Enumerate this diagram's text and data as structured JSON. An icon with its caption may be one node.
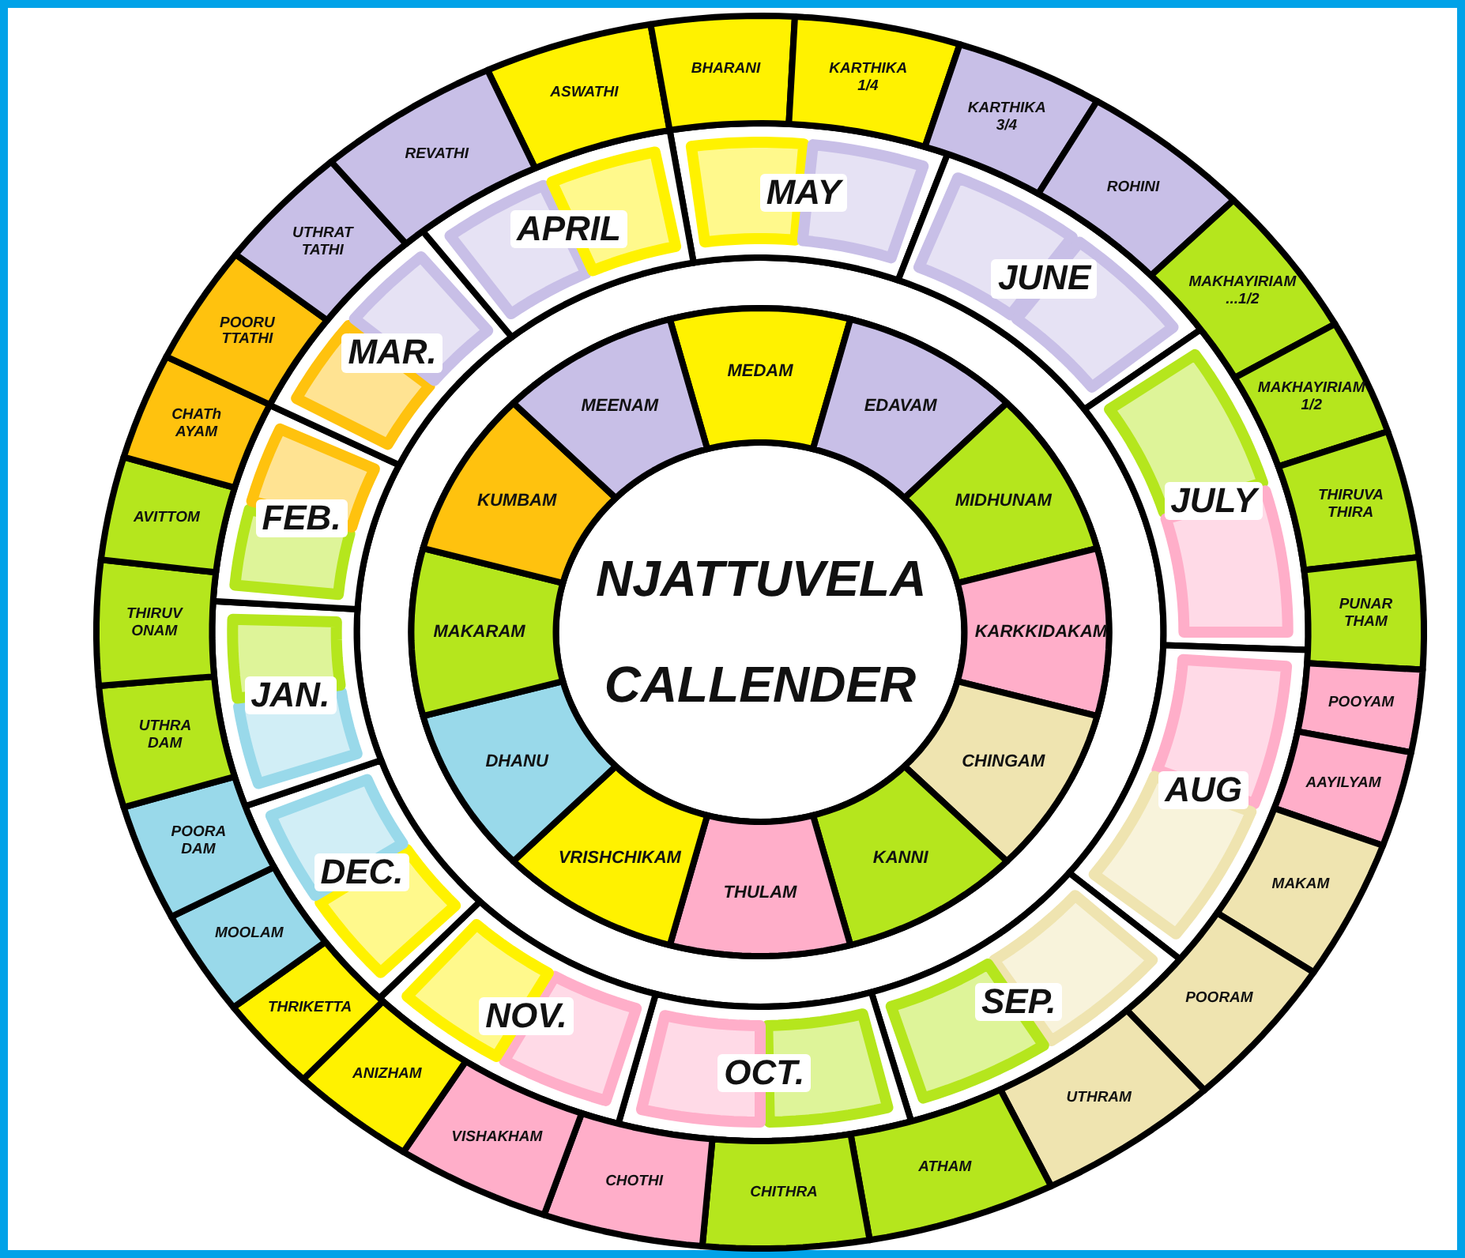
{
  "diagram": {
    "nodes": [
      {
        "text": [
          "NJATTUVELA CALLENDER"
        ]
      },
      {
        "text": [
          "MEDAM"
        ]
      },
      {
        "text": [
          "EDAVAM"
        ]
      },
      {
        "text": [
          "MIDHUNAM"
        ]
      },
      {
        "text": [
          "KARKKIDAKAM"
        ]
      },
      {
        "text": [
          "CHINGAM"
        ]
      },
      {
        "text": [
          "KANNI"
        ]
      },
      {
        "text": [
          "THULAM"
        ]
      },
      {
        "text": [
          "VRISHCHIKAM"
        ]
      },
      {
        "text": [
          "DHANU"
        ]
      },
      {
        "text": [
          "MAKARAM"
        ]
      },
      {
        "text": [
          "KUMBAM"
        ]
      },
      {
        "text": [
          "MEENAM"
        ]
      },
      {
        "text": [
          "MAY"
        ]
      },
      {
        "text": [
          "JUNE"
        ]
      },
      {
        "text": [
          "JULY"
        ]
      },
      {
        "text": [
          "AUG"
        ]
      },
      {
        "text": [
          "SEP."
        ]
      },
      {
        "text": [
          "OCT."
        ]
      },
      {
        "text": [
          "NOV."
        ]
      },
      {
        "text": [
          "DEC."
        ]
      },
      {
        "text": [
          "JAN."
        ]
      },
      {
        "text": [
          "FEB."
        ]
      },
      {
        "text": [
          "MAR."
        ]
      },
      {
        "text": [
          "APRIL"
        ]
      },
      {
        "text": [
          "ASWATHI"
        ]
      },
      {
        "text": [
          "BHARANI"
        ]
      },
      {
        "text": [
          "KARTHIKA 1/4"
        ]
      },
      {
        "text": [
          "KARTHIKA 3/4"
        ]
      },
      {
        "text": [
          "ROHINI"
        ]
      },
      {
        "text": [
          "MAKHAYIRIAM ...1/2"
        ]
      },
      {
        "text": [
          "MAKHAYIRIAM 1/2"
        ]
      },
      {
        "text": [
          "THIRUVA THIRA"
        ]
      },
      {
        "text": [
          "PUNAR THAM"
        ]
      },
      {
        "text": [
          "POOYAM"
        ]
      },
      {
        "text": [
          "AAYILYAM"
        ]
      },
      {
        "text": [
          "MAKAM"
        ]
      },
      {
        "text": [
          "POORAM"
        ]
      },
      {
        "text": [
          "UTHRAM"
        ]
      },
      {
        "text": [
          "ATHAM"
        ]
      },
      {
        "text": [
          "CHITHRA"
        ]
      },
      {
        "text": [
          "CHOTHI"
        ]
      },
      {
        "text": [
          "VISHAKHAM"
        ]
      },
      {
        "text": [
          "ANIZHAM"
        ]
      },
      {
        "text": [
          "THRIKETTA"
        ]
      },
      {
        "text": [
          "MOOLAM"
        ]
      },
      {
        "text": [
          "POORA DAM"
        ]
      },
      {
        "text": [
          "UTHRA DAM"
        ]
      },
      {
        "text": [
          "THIRUV ONAM"
        ]
      },
      {
        "text": [
          "AVITTOM"
        ]
      },
      {
        "text": [
          "CHATh AYAM"
        ]
      },
      {
        "text": [
          "POORU TTATHI"
        ]
      },
      {
        "text": [
          "UTHRAT TATHI"
        ]
      },
      {
        "text": [
          "REVATHI"
        ]
      }
    ]
  }
}
